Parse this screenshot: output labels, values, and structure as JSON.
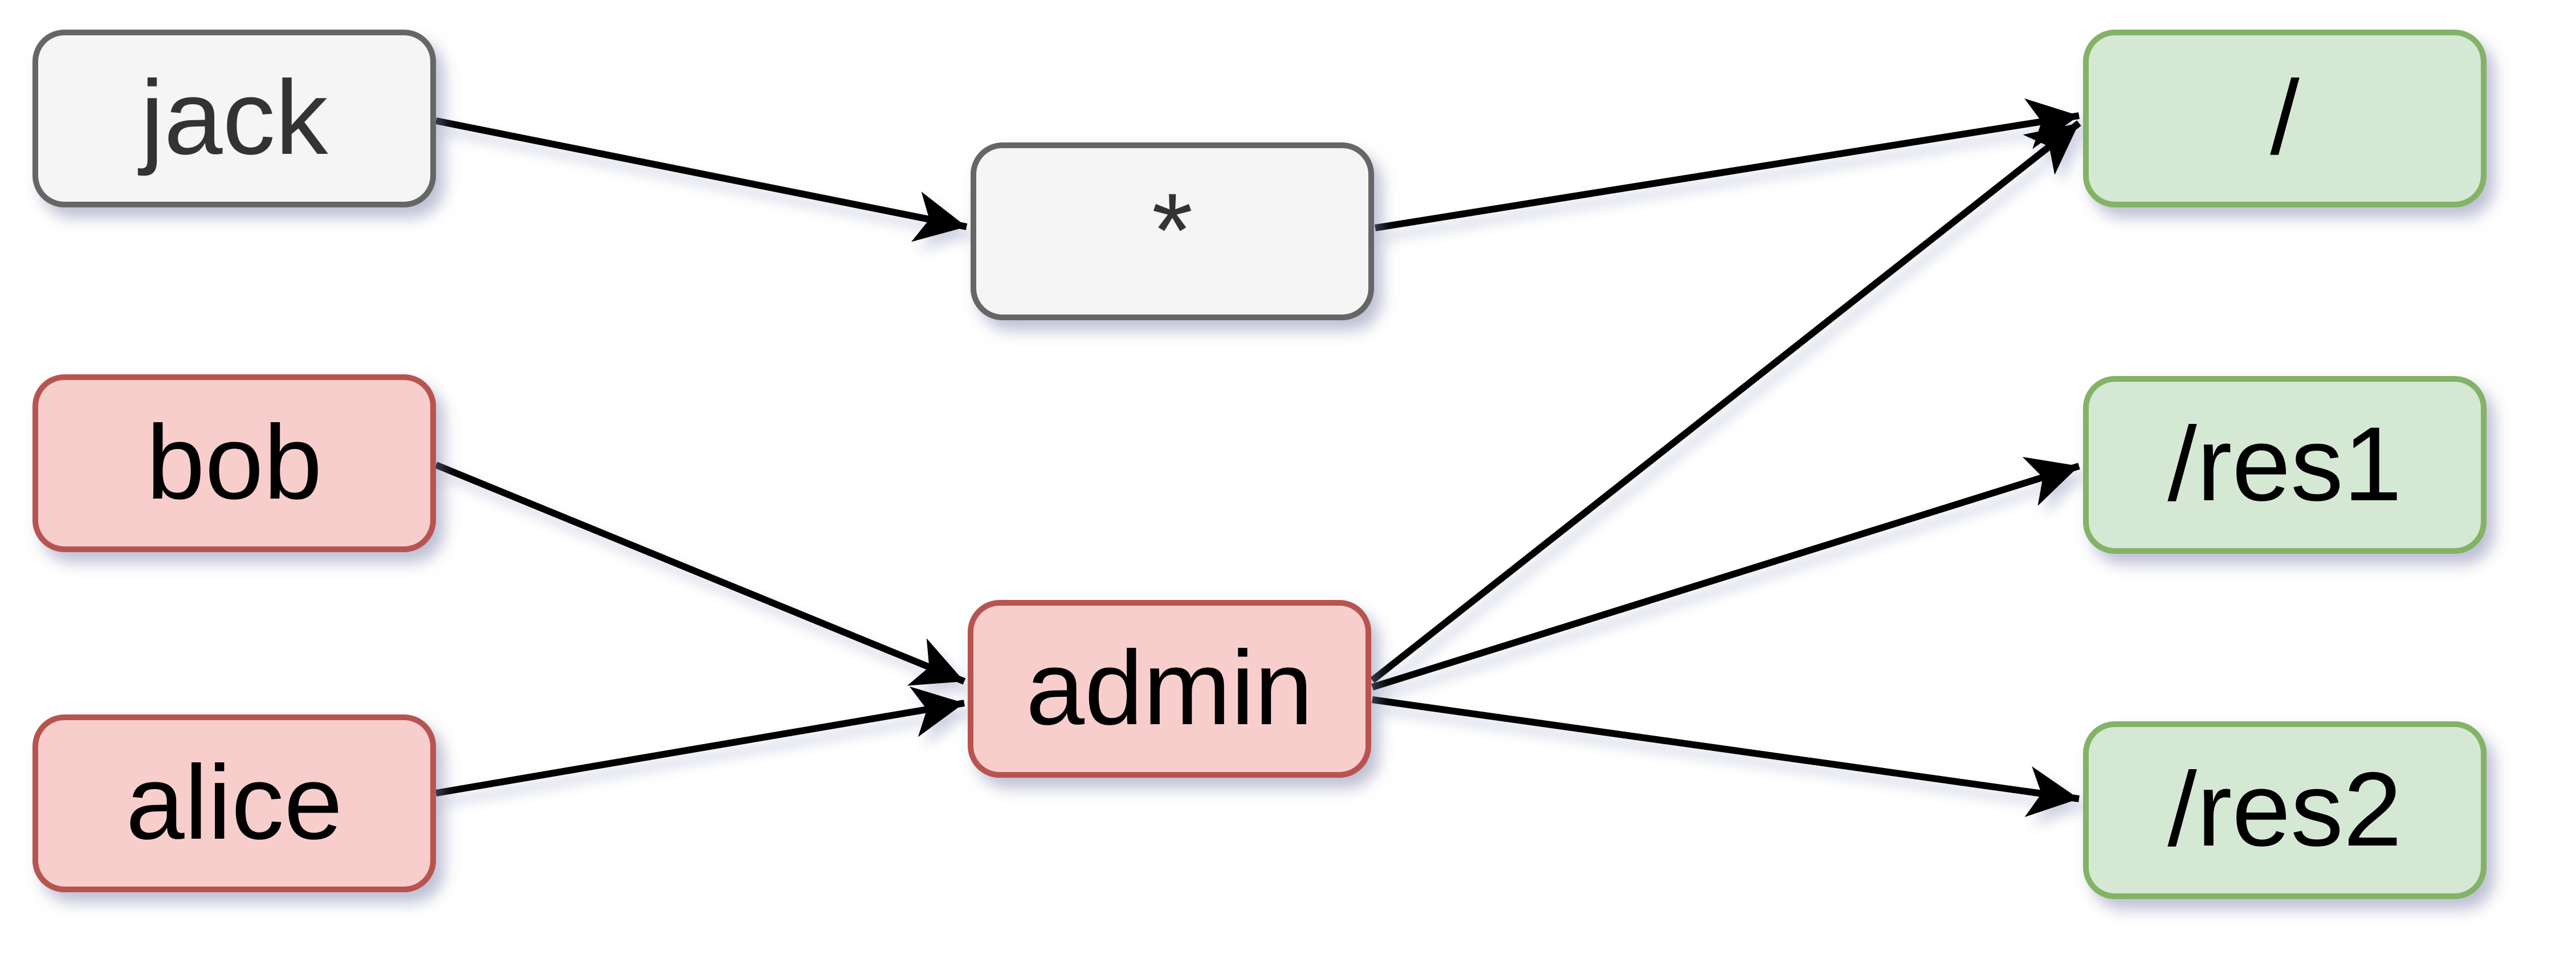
{
  "diagram": {
    "background": "#ffffff",
    "nodes": {
      "jack": {
        "label": "jack",
        "style": "gray"
      },
      "star": {
        "label": "*",
        "style": "gray"
      },
      "bob": {
        "label": "bob",
        "style": "red"
      },
      "alice": {
        "label": "alice",
        "style": "red"
      },
      "admin": {
        "label": "admin",
        "style": "red"
      },
      "root": {
        "label": "/",
        "style": "green"
      },
      "res1": {
        "label": "/res1",
        "style": "green"
      },
      "res2": {
        "label": "/res2",
        "style": "green"
      }
    },
    "edges": [
      {
        "from": "jack",
        "to": "star"
      },
      {
        "from": "star",
        "to": "root"
      },
      {
        "from": "bob",
        "to": "admin"
      },
      {
        "from": "alice",
        "to": "admin"
      },
      {
        "from": "admin",
        "to": "root"
      },
      {
        "from": "admin",
        "to": "res1"
      },
      {
        "from": "admin",
        "to": "res2"
      }
    ],
    "colors": {
      "gray_fill": "#F5F5F5",
      "gray_stroke": "#666666",
      "gray_text": "#333333",
      "red_fill": "#F8CECC",
      "red_stroke": "#B85450",
      "red_text": "#000000",
      "green_fill": "#D5E8D4",
      "green_stroke": "#82B366",
      "green_text": "#000000",
      "edge_color": "#000000"
    }
  }
}
